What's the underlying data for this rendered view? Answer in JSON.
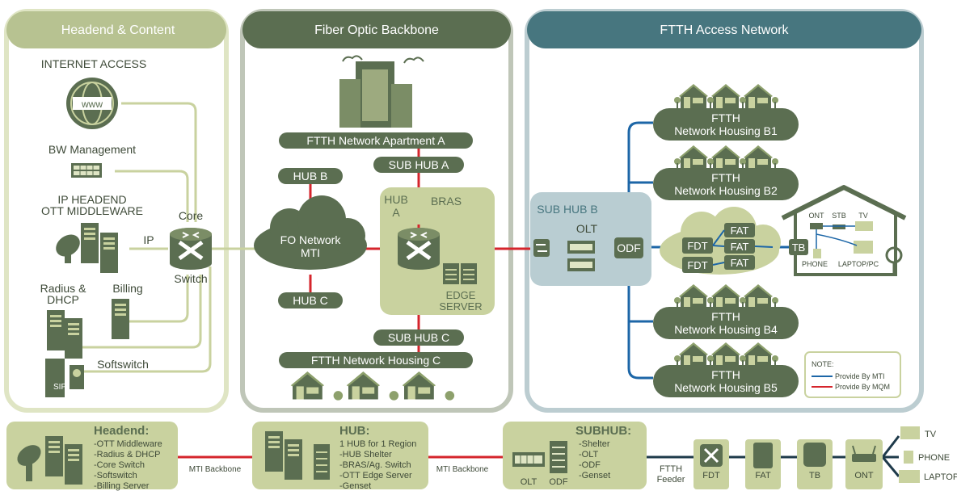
{
  "panels": {
    "headend": "Headend & Content",
    "backbone": "Fiber Optic Backbone",
    "access": "FTTH Access Network"
  },
  "headend_items": {
    "internet": "INTERNET ACCESS",
    "www": "www",
    "bw": "BW Management",
    "iphead1": "IP HEADEND",
    "iphead2": "OTT MIDDLEWARE",
    "ip": "IP",
    "core": "Core",
    "switch": "Switch",
    "radius1": "Radius &",
    "radius2": "DHCP",
    "billing": "Billing",
    "softswitch": "Softswitch",
    "sip": "SIP"
  },
  "backbone_items": {
    "apartment": "FTTH Network Apartment A",
    "hubb": "HUB B",
    "subhuba": "SUB HUB A",
    "fo1": "FO Network",
    "fo2": "MTI",
    "hub_a1": "HUB",
    "hub_a2": "A",
    "bras": "BRAS",
    "edge1": "EDGE",
    "edge2": "SERVER",
    "hubc": "HUB C",
    "subhubc": "SUB HUB C",
    "housingc": "FTTH Network Housing C"
  },
  "access_items": {
    "subhubb": "SUB HUB B",
    "olt": "OLT",
    "odf": "ODF",
    "fdt": "FDT",
    "fat": "FAT",
    "tb": "TB",
    "ont": "ONT",
    "stb": "STB",
    "tv": "TV",
    "phone": "PHONE",
    "laptop": "LAPTOP/PC",
    "housing_ftth": "FTTH",
    "b1": "Network Housing B1",
    "b2": "Network Housing B2",
    "b4": "Network Housing B4",
    "b5": "Network Housing B5",
    "note_title": "NOTE:",
    "note_mti": "Provide By MTI",
    "note_mqm": "Provide By MQM"
  },
  "bottom": {
    "headend_title": "Headend:",
    "headend_lines": [
      "-OTT Middleware",
      "-Radius & DHCP",
      "-Core Switch",
      "-Softswitch",
      "-Billing Server"
    ],
    "mti_backbone": "MTI Backbone",
    "hub_title": "HUB:",
    "hub_lines": [
      "1 HUB for 1 Region",
      "-HUB Shelter",
      "-BRAS/Ag. Switch",
      "-OTT Edge Server",
      "-Genset"
    ],
    "subhub_title": "SUBHUB:",
    "subhub_lines": [
      "-Shelter",
      "-OLT",
      "-ODF",
      "-Genset"
    ],
    "olt": "OLT",
    "odf": "ODF",
    "feeder1": "FTTH",
    "feeder2": "Feeder",
    "fdt": "FDT",
    "fat": "FAT",
    "tb": "TB",
    "ont": "ONT",
    "tv": "TV",
    "phone": "PHONE",
    "laptop": "LAPTOP"
  },
  "colors": {
    "light_green": "#c9d29f",
    "mid_green": "#98a878",
    "dark_green": "#5b6e51",
    "teal": "#47767f",
    "red": "#d5252c",
    "blue": "#1c66a7",
    "subhub_blue": "#b9cdd2"
  }
}
